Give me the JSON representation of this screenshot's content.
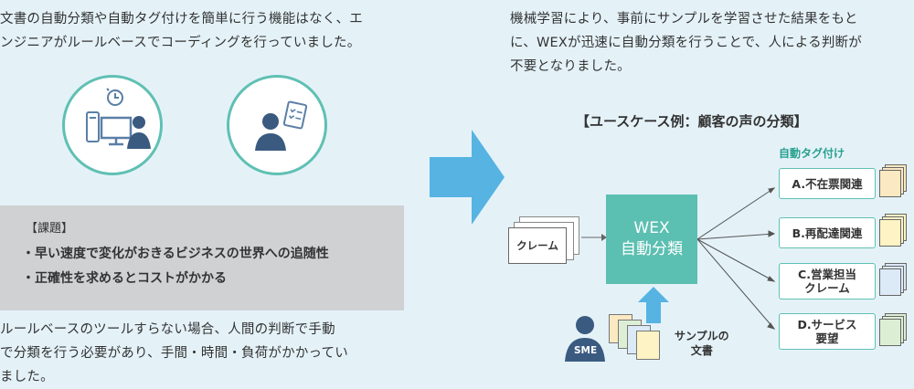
{
  "left": {
    "intro_line1": "文書の自動分類や自動タグ付けを簡単に行う機能はなく、エ",
    "intro_line2": "ンジニアがルールベースでコーディングを行っていました。",
    "issue_title": "【課題】",
    "issue_items": [
      "・早い速度で変化がおきるビジネスの世界への追随性",
      "・正確性を求めるとコストがかかる"
    ],
    "outro_line1": "ルールベースのツールすらない場合、人間の判断で手動",
    "outro_line2": "で分類を行う必要があり、手間・時間・負荷がかかってい",
    "outro_line3": "ました。"
  },
  "right": {
    "intro_line1": "機械学習により、事前にサンプルを学習させた結果をもと",
    "intro_line2": "に、WEXが迅速に自動分類を行うことで、人による判断が",
    "intro_line3": "不要となりました。",
    "usecase_title": "【ユースケース例：顧客の声の分類】",
    "input_label": "クレーム",
    "wex_line1": "WEX",
    "wex_line2": "自動分類",
    "auto_tag_label": "自動タグ付け",
    "categories": [
      "A.不在票関連",
      "B.再配達関連",
      "C.営業担当\nクレーム",
      "D.サービス\n要望"
    ],
    "sme_label": "SME",
    "sample_line1": "サンプルの",
    "sample_line2": "文書"
  },
  "colors": {
    "background": "#e4f2f8",
    "teal": "#5bbfb1",
    "arrow_blue": "#56b3e2",
    "sme_navy": "#3a5a80",
    "issue_gray": "#cfd1d3"
  }
}
